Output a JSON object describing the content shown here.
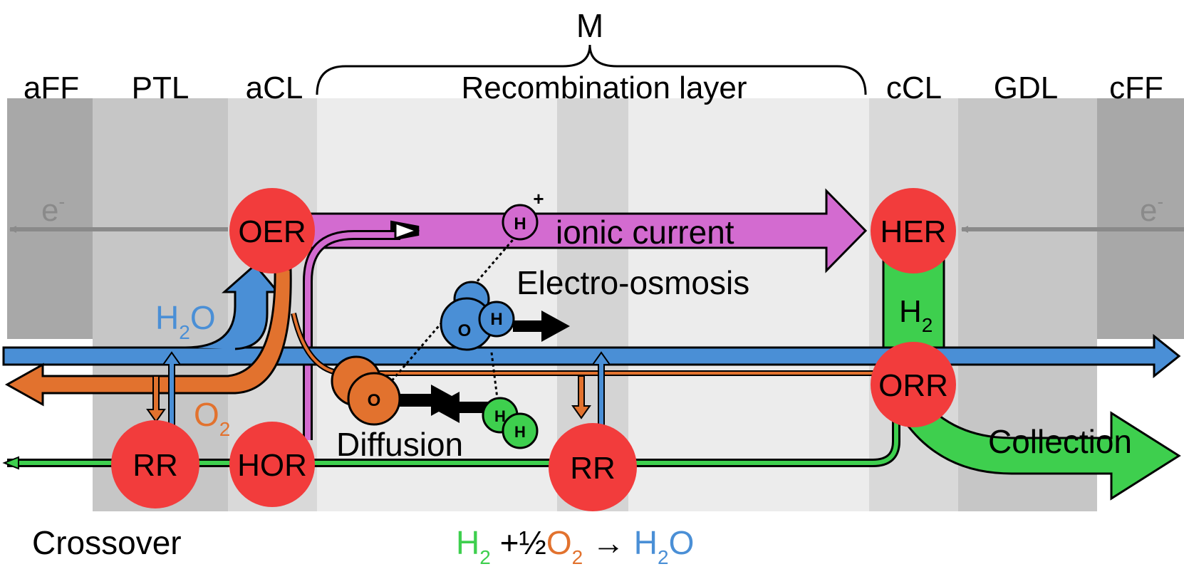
{
  "brace_label": "M",
  "layers": {
    "aff": "aFF",
    "ptl": "PTL",
    "acl": "aCL",
    "recombination": "Recombination layer",
    "ccl": "cCL",
    "gdl": "GDL",
    "cff": "cFF"
  },
  "electron": {
    "symbol": "e",
    "charge": "-"
  },
  "reactions": {
    "oer": "OER",
    "her": "HER",
    "orr": "ORR",
    "hor": "HOR",
    "rr": "RR"
  },
  "flows": {
    "ionic_current": "ionic current",
    "electro_osmosis": "Electro-osmosis",
    "diffusion": "Diffusion",
    "collection": "Collection",
    "crossover": "Crossover"
  },
  "species": {
    "h2_main": "H",
    "h2_sub": "2",
    "h2o_main": "H",
    "h2o_sub": "2",
    "h2o_tail": "O",
    "o2_main": "O",
    "o2_sub": "2",
    "proton_h": "H",
    "proton_charge": "+",
    "water_o": "O",
    "water_h": "H",
    "oxygen_atom": "O",
    "hydrogen_atom": "H"
  },
  "equation": {
    "h2_main": "H",
    "h2_sub": "2",
    "plus_half": "+½",
    "o2_main": "O",
    "o2_sub": "2",
    "arrow": "→",
    "h2o_main": "H",
    "h2o_sub": "2",
    "h2o_tail": "O"
  },
  "colors": {
    "water_blue": "#4a8fd6",
    "oxygen_orange": "#e2722e",
    "hydrogen_green": "#3ecf4e",
    "proton_magenta": "#d36bd0",
    "reaction_red": "#f23c3c",
    "electron_gray": "#8a8a8a"
  }
}
